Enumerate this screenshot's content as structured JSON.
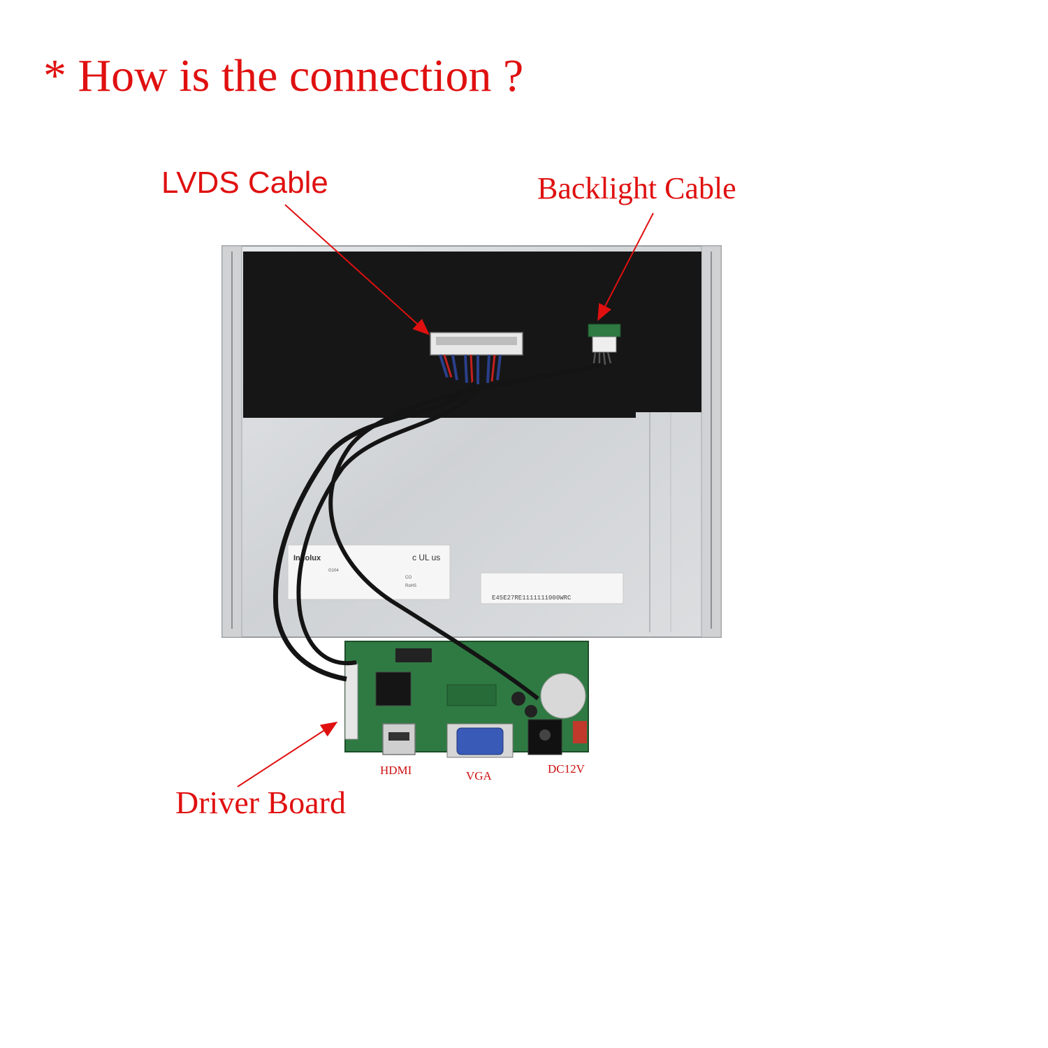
{
  "title": "* How is the connection ?",
  "callouts": {
    "lvds_cable": "LVDS Cable",
    "backlight_cable": "Backlight Cable",
    "driver_board": "Driver Board"
  },
  "ports": {
    "hdmi": "HDMI",
    "vga": "VGA",
    "dc12v": "DC12V"
  },
  "panel_label": {
    "vendor": "Innolux",
    "cert": "c UL us",
    "serial": "E45E27RE1111111000WRC",
    "model": "G104",
    "small_lines": [
      "RoHS",
      "CO"
    ]
  },
  "colors": {
    "annotation": "#e01010",
    "panel_frame": "#d7d9db",
    "panel_black": "#161616",
    "pcb": "#2f7a43",
    "cable": "#141414"
  }
}
